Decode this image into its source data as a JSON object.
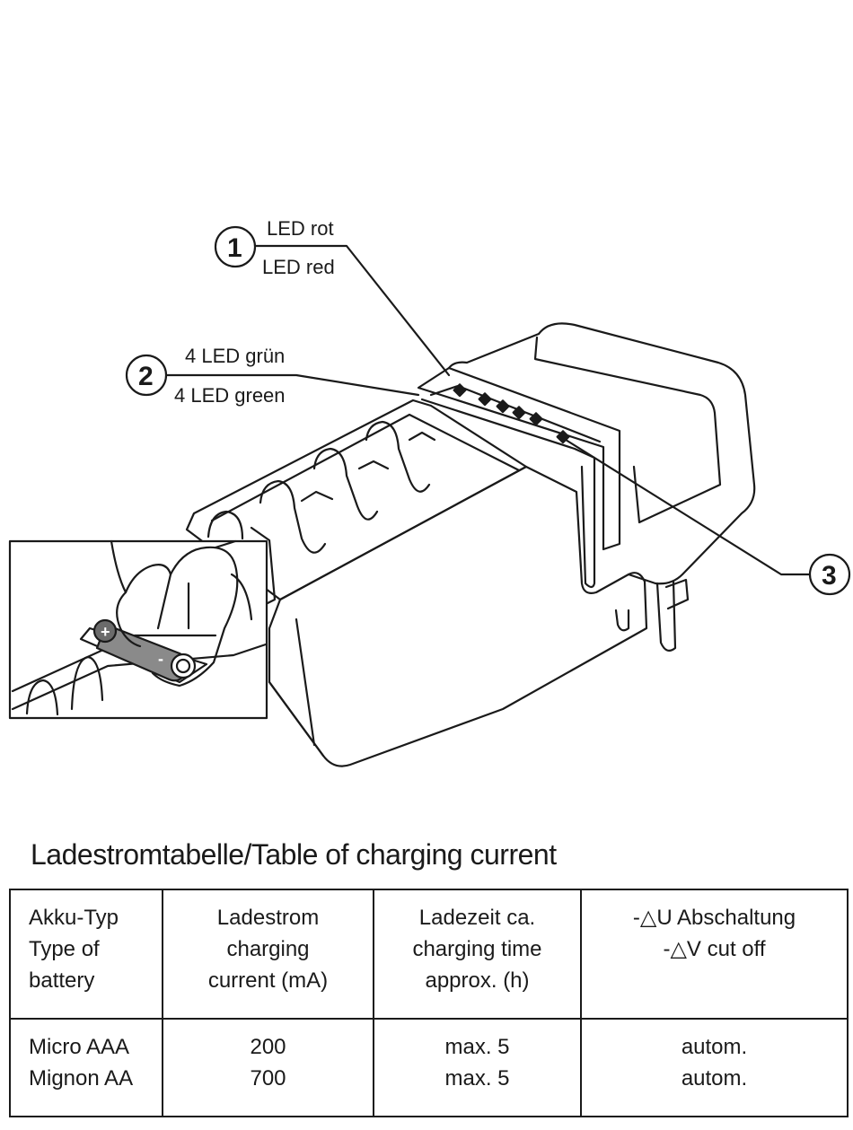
{
  "callouts": [
    {
      "number": "1",
      "line1": "LED rot",
      "line2": "LED red"
    },
    {
      "number": "2",
      "line1": "4 LED grün",
      "line2": "4 LED green"
    },
    {
      "number": "3"
    }
  ],
  "inset": {
    "plus_sign": "+",
    "minus_sign": "-"
  },
  "table": {
    "title": "Ladestromtabelle/Table of charging current",
    "headers": [
      [
        "Akku-Typ",
        "Type of",
        "battery"
      ],
      [
        "Ladestrom",
        "charging",
        "current (mA)"
      ],
      [
        "Ladezeit ca.",
        "charging time",
        "approx. (h)"
      ],
      [
        "-△U Abschaltung",
        "-△V cut off"
      ]
    ],
    "rows": [
      [
        "Micro AAA",
        "200",
        "max. 5",
        "autom."
      ],
      [
        "Mignon AA",
        "700",
        "max. 5",
        "autom."
      ]
    ]
  }
}
